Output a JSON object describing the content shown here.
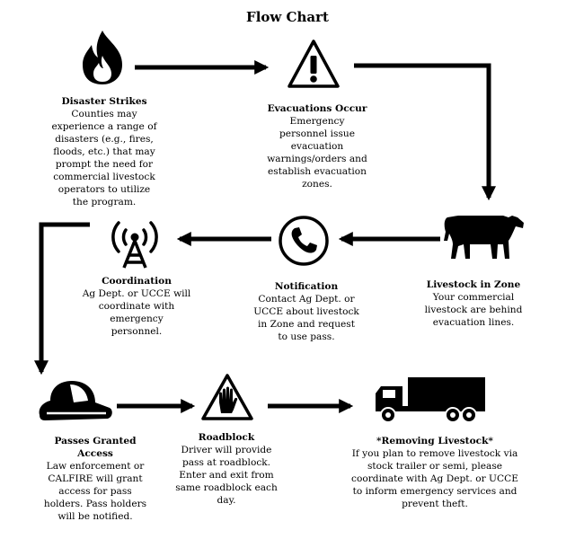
{
  "title": "Flow Chart",
  "nodes": [
    {
      "id": "disaster",
      "heading": "Disaster Strikes",
      "text": "Counties may\nexperience a range of\ndisasters (e.g., fires,\nfloods, etc.) that may\nprompt the need for\ncommercial livestock\noperators to utilize\nthe program.",
      "icon": "fire-icon"
    },
    {
      "id": "evacuations",
      "heading": "Evacuations Occur",
      "text": "Emergency\npersonnel issue\nevacuation\nwarnings/orders and\nestablish evacuation\nzones.",
      "icon": "warning-icon"
    },
    {
      "id": "livestock",
      "heading": "Livestock in Zone",
      "text": "Your commercial\nlivestock are behind\nevacuation lines.",
      "icon": "cow-icon"
    },
    {
      "id": "notification",
      "heading": "Notification",
      "text": "Contact Ag Dept. or\nUCCE about livestock\nin Zone and request\nto use pass.",
      "icon": "phone-icon"
    },
    {
      "id": "coordination",
      "heading": "Coordination",
      "text": "Ag Dept. or UCCE will\ncoordinate with\nemergency\npersonnel.",
      "icon": "radio-tower-icon"
    },
    {
      "id": "passes",
      "heading": "Passes Granted\nAccess",
      "text": "Law enforcement or\nCALFIRE will grant\naccess for pass\nholders.  Pass holders\nwill be notified.",
      "icon": "firefighter-helmet-icon"
    },
    {
      "id": "roadblock",
      "heading": "Roadblock",
      "text": "Driver will provide\npass at roadblock.\nEnter and exit from\nsame roadblock each\nday.",
      "icon": "stop-hand-icon"
    },
    {
      "id": "removing",
      "heading": "*Removing Livestock*",
      "text": "If you plan to remove livestock via\nstock trailer or semi, please\ncoordinate with Ag Dept. or UCCE\nto inform emergency services and\nprevent theft.",
      "icon": "truck-icon"
    }
  ]
}
